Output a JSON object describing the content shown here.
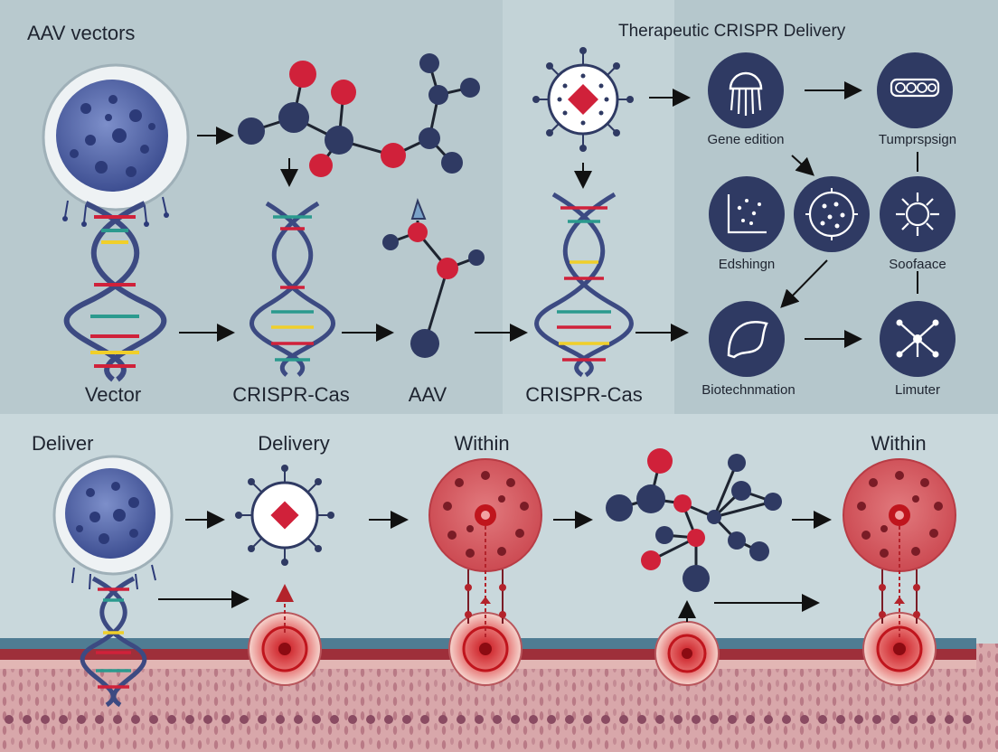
{
  "top_left": {
    "title": "AAV vectors",
    "labels": [
      "Vector",
      "CRISPR-Cas",
      "AAV",
      "CRISPR-Cas"
    ]
  },
  "top_right": {
    "title": "Therapeutic CRISPR Delivery",
    "icons": [
      {
        "label": "Gene edition",
        "icon": "jellyfish-icon"
      },
      {
        "label": "Tumprspsign",
        "icon": "cell-cluster-icon"
      },
      {
        "label": "Edshingn",
        "icon": "scatter-plot-icon"
      },
      {
        "label": "",
        "icon": "virus-icon"
      },
      {
        "label": "Soofaace",
        "icon": "gear-icon"
      },
      {
        "label": "Biotechnmation",
        "icon": "leaf-icon"
      },
      {
        "label": "Limuter",
        "icon": "network-icon"
      }
    ]
  },
  "bottom": {
    "labels": [
      "Deliver",
      "Delivery",
      "Within",
      "Within"
    ]
  },
  "colors": {
    "background": "#c7d6da",
    "panel": "#b9cbd0",
    "navy": "#2f3a63",
    "molecule_red": "#d0213a",
    "cell_red": "#d9545a",
    "tissue_pink": "#d4a2a6"
  }
}
